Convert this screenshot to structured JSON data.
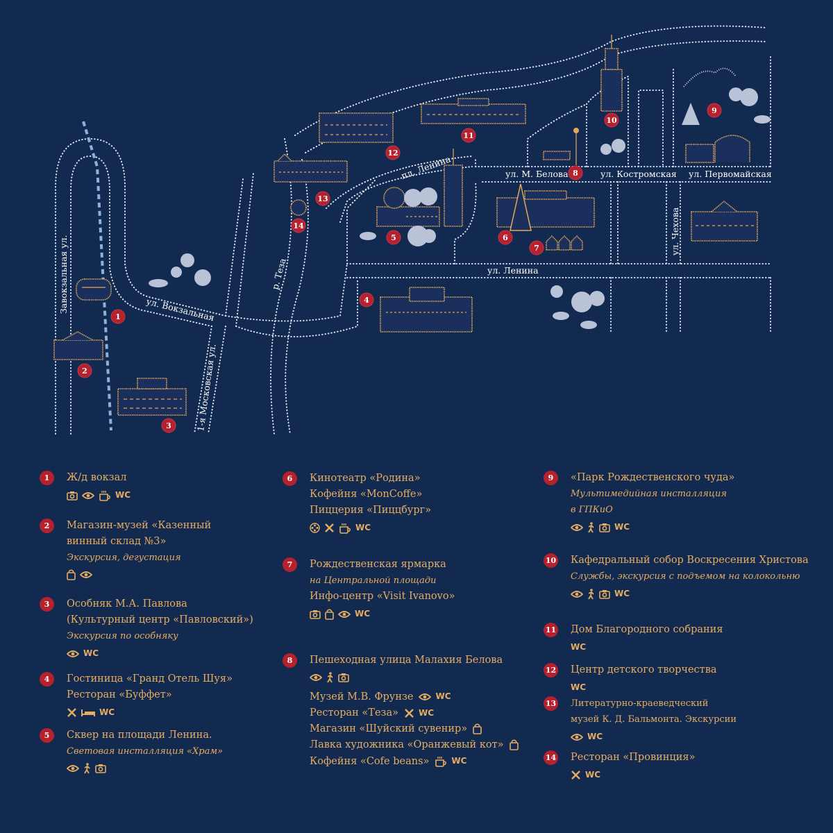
{
  "colors": {
    "background": "#132a50",
    "gold": "#e6ad62",
    "marker": "#b5222e",
    "road": "#dfe4ee"
  },
  "map": {
    "streets": {
      "zavokzalnaya": "Завокзальная ул.",
      "vokzalnaya": "ул. Вокзальная",
      "moskovskaya": "1-я Московская ул.",
      "teza": "р. Теза",
      "pl_lenina": "пл. Ленина",
      "m_belova": "ул. М. Белова",
      "kostromskaya": "ул. Костромская",
      "pervomayskaya": "ул. Первомайская",
      "chekhova": "ул. Чехова",
      "lenina": "ул. Ленина"
    },
    "markers": [
      "1",
      "2",
      "3",
      "4",
      "5",
      "6",
      "7",
      "8",
      "9",
      "10",
      "11",
      "12",
      "13",
      "14"
    ]
  },
  "wc_label": "WC",
  "legend": {
    "items": [
      {
        "num": "1",
        "rows": [
          {
            "text": "Ж/д вокзал"
          },
          {
            "icons": [
              "camera",
              "eye",
              "coffee",
              "wc"
            ]
          }
        ]
      },
      {
        "num": "2",
        "rows": [
          {
            "text": "Магазин-музей «Казенный"
          },
          {
            "text": "винный склад №3»"
          },
          {
            "text": "Экскурсия, дегустация",
            "italic": true
          },
          {
            "icons": [
              "bag",
              "eye"
            ]
          }
        ]
      },
      {
        "num": "3",
        "rows": [
          {
            "text": "Особняк М.А. Павлова"
          },
          {
            "text": "(Культурный центр «Павловский»)"
          },
          {
            "text": "Экскурсия по особняку",
            "italic": true
          },
          {
            "icons": [
              "eye",
              "wc"
            ]
          }
        ]
      },
      {
        "num": "4",
        "rows": [
          {
            "text": "Гостиница «Гранд Отель Шуя»"
          },
          {
            "text": "Ресторан «Буффет»"
          },
          {
            "icons": [
              "cutlery",
              "bed",
              "wc"
            ]
          }
        ]
      },
      {
        "num": "5",
        "rows": [
          {
            "text": "Сквер на площади Ленина."
          },
          {
            "text": "Световая инсталляция «Храм»",
            "italic": true
          },
          {
            "icons": [
              "eye",
              "walk",
              "camera"
            ]
          }
        ]
      },
      {
        "num": "6",
        "rows": [
          {
            "text": "Кинотеатр «Родина»"
          },
          {
            "text": "Кофейня «MonCoffe»"
          },
          {
            "text": "Пиццерия «Пиццбург»"
          },
          {
            "icons": [
              "film",
              "cutlery",
              "coffee",
              "wc"
            ]
          }
        ]
      },
      {
        "num": "7",
        "rows": [
          {
            "text": "Рождественская ярмарка"
          },
          {
            "text": "на Центральной площади",
            "italic": true
          },
          {
            "text": "Инфо-центр «Visit Ivanovo»"
          },
          {
            "icons": [
              "camera",
              "bag",
              "eye",
              "wc"
            ]
          }
        ]
      },
      {
        "num": "8",
        "rows": [
          {
            "text": "Пешеходная улица Малахия Белова"
          },
          {
            "icons": [
              "eye",
              "walk",
              "camera"
            ]
          },
          {
            "text": "Музей М.В. Фрунзе",
            "icons": [
              "eye",
              "wc"
            ]
          },
          {
            "text": "Ресторан «Теза»",
            "icons": [
              "cutlery",
              "wc"
            ]
          },
          {
            "text": "Магазин «Шуйский сувенир»",
            "icons": [
              "bag"
            ]
          },
          {
            "text": "Лавка художника «Оранжевый кот»",
            "icons": [
              "bag"
            ]
          },
          {
            "text": "Кофейня «Cofe beans»",
            "icons": [
              "coffee",
              "wc"
            ]
          }
        ]
      },
      {
        "num": "9",
        "rows": [
          {
            "text": "«Парк Рождественского чуда»"
          },
          {
            "text": "Мультимедийная инсталляция",
            "italic": true
          },
          {
            "text": "в ГПКиО",
            "italic": true
          },
          {
            "icons": [
              "eye",
              "walk",
              "camera",
              "wc"
            ]
          }
        ]
      },
      {
        "num": "10",
        "rows": [
          {
            "text": "Кафедральный собор Воскресения Христова"
          },
          {
            "text": "Службы, экскурсия с подъемом на колокольню",
            "italic": true
          },
          {
            "icons": [
              "eye",
              "walk",
              "camera",
              "wc"
            ]
          }
        ]
      },
      {
        "num": "11",
        "rows": [
          {
            "text": "Дом Благородного собрания"
          },
          {
            "icons": [
              "wc"
            ]
          }
        ]
      },
      {
        "num": "12",
        "rows": [
          {
            "text": "Центр детского творчества"
          },
          {
            "icons": [
              "wc"
            ]
          }
        ]
      },
      {
        "num": "13",
        "rows": [
          {
            "text": "Литературно-краеведческий",
            "small": true
          },
          {
            "text": "музей К. Д. Бальмонта. Экскурсии",
            "small": true
          },
          {
            "icons": [
              "eye",
              "wc"
            ]
          }
        ]
      },
      {
        "num": "14",
        "rows": [
          {
            "text": "Ресторан «Провинция»"
          },
          {
            "icons": [
              "cutlery",
              "wc"
            ]
          }
        ]
      }
    ]
  }
}
